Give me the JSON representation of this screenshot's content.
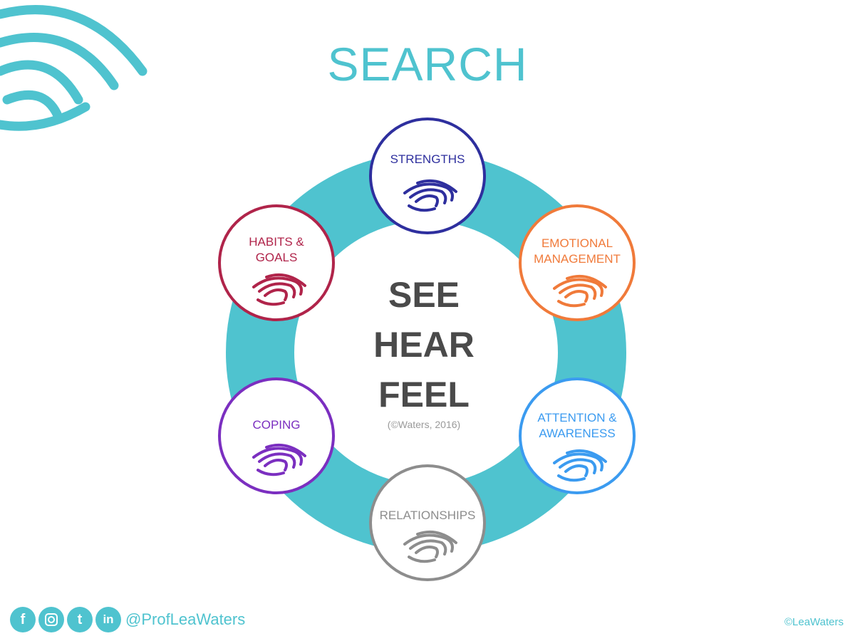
{
  "title": "SEARCH",
  "center": {
    "line1": "SEE",
    "line2": "HEAR",
    "line3": "FEEL",
    "citation": "(©Waters, 2016)"
  },
  "nodes": [
    {
      "id": "strengths",
      "line1": "STRENGTHS",
      "line2": "",
      "color": "#2e2f9e"
    },
    {
      "id": "emotional-management",
      "line1": "EMOTIONAL",
      "line2": "MANAGEMENT",
      "color": "#f07a3a"
    },
    {
      "id": "attention-awareness",
      "line1": "ATTENTION &",
      "line2": "AWARENESS",
      "color": "#3b9bf0"
    },
    {
      "id": "relationships",
      "line1": "RELATIONSHIPS",
      "line2": "",
      "color": "#8d8d8d"
    },
    {
      "id": "coping",
      "line1": "COPING",
      "line2": "",
      "color": "#7b2fc0"
    },
    {
      "id": "habits-goals",
      "line1": "HABITS &",
      "line2": "GOALS",
      "color": "#b0244a"
    }
  ],
  "ring_color": "#4fc3cf",
  "footer": {
    "social_icons": [
      "facebook-icon",
      "instagram-icon",
      "twitter-icon",
      "linkedin-icon"
    ],
    "facebook_glyph": "f",
    "twitter_glyph": "t",
    "linkedin_glyph": "in",
    "handle": "@ProfLeaWaters",
    "copyright": "©LeaWaters"
  }
}
